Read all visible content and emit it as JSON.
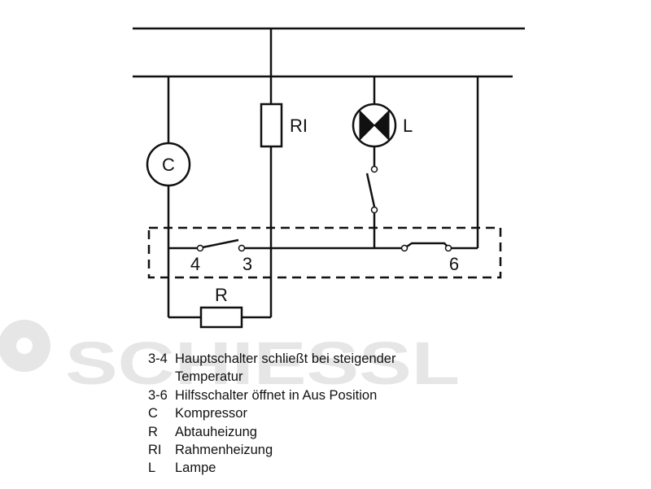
{
  "diagram": {
    "components": {
      "compressor": "C",
      "frame_heater": "RI",
      "lamp": "L",
      "defrost_heater": "R"
    },
    "terminals": [
      "4",
      "3",
      "6"
    ],
    "watermark": "SCHIESSL"
  },
  "legend": [
    {
      "key": "3-4",
      "text": "Hauptschalter schließt bei steigender"
    },
    {
      "key": "",
      "text": "Temperatur"
    },
    {
      "key": "3-6",
      "text": "Hilfsschalter öffnet in Aus Position"
    },
    {
      "key": "C",
      "text": "Kompressor"
    },
    {
      "key": "R",
      "text": "Abtauheizung"
    },
    {
      "key": "RI",
      "text": "Rahmenheizung"
    },
    {
      "key": "L",
      "text": "Lampe"
    }
  ],
  "colors": {
    "line": "#111111",
    "watermark": "#e6e6e6"
  }
}
